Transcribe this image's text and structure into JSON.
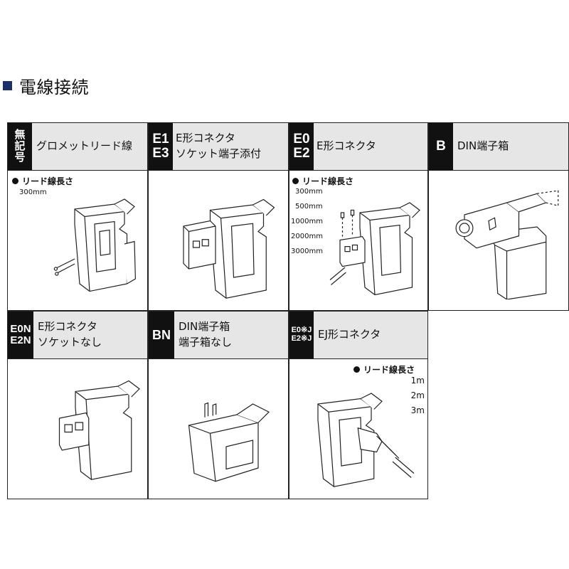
{
  "section": {
    "title": "電線接続"
  },
  "cells": {
    "grommet": {
      "code_lines": [
        "無",
        "記",
        "号"
      ],
      "label_lines": [
        "グロメットリード線"
      ],
      "note": "リード線長さ",
      "options": [
        "300mm"
      ]
    },
    "e1e3": {
      "code_lines": [
        "E1",
        "E3"
      ],
      "label_lines": [
        "E形コネクタ",
        "ソケット端子添付"
      ]
    },
    "e0e2": {
      "code_lines": [
        "E0",
        "E2"
      ],
      "label_lines": [
        "E形コネクタ"
      ],
      "note": "リード線長さ",
      "options": [
        "300mm",
        "500mm",
        "1000mm",
        "2000mm",
        "3000mm"
      ]
    },
    "b": {
      "code_lines": [
        "B"
      ],
      "label_lines": [
        "DIN端子箱"
      ]
    },
    "e0n": {
      "code_lines": [
        "E0N",
        "E2N"
      ],
      "label_lines": [
        "E形コネクタ",
        "ソケットなし"
      ]
    },
    "bn": {
      "code_lines": [
        "BN"
      ],
      "label_lines": [
        "DIN端子箱",
        "端子箱なし"
      ]
    },
    "ej": {
      "code_lines": [
        "E0※J",
        "E2※J"
      ],
      "label_lines": [
        "EJ形コネクタ"
      ],
      "note": "リード線長さ",
      "options": [
        "1m",
        "2m",
        "3m"
      ]
    }
  }
}
